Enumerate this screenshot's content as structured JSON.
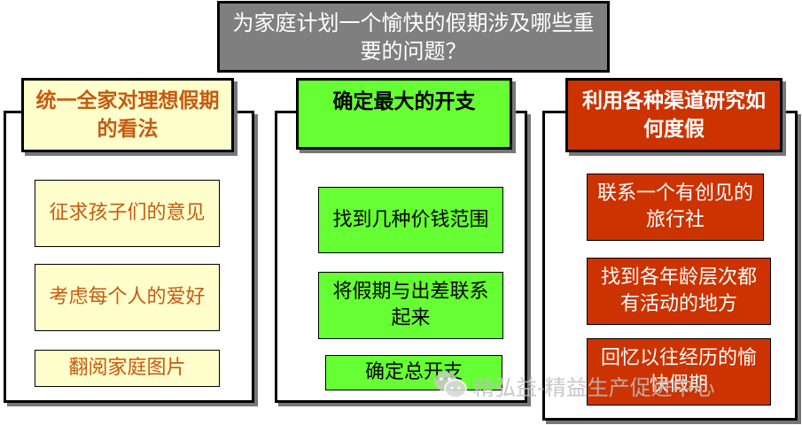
{
  "title": "为家庭计划一个愉快的假期涉及哪些重要的问题？",
  "columns": [
    {
      "header": "统一全家对理想假期的看法",
      "items": [
        "征求孩子们的意见",
        "考虑每个人的爱好",
        "翻阅家庭图片"
      ]
    },
    {
      "header": "确定最大的开支",
      "items": [
        "找到几种价钱范围",
        "将假期与出差联系起来",
        "确定总开支"
      ]
    },
    {
      "header": "利用各种渠道研究如何度假",
      "items": [
        "联系一个有创见的旅行社",
        "找到各年龄层次都有活动的地方",
        "回忆以往经历的愉快假期"
      ]
    }
  ],
  "watermark": "精弘益-精益生产促进中心",
  "colors": {
    "title_bg": "#7f7f7f",
    "col1_header_bg": "#ffffcc",
    "col1_header_text": "#c55a11",
    "col2_header_bg": "#66ff33",
    "col3_header_bg": "#cc3300",
    "col3_text": "#ffffff"
  }
}
